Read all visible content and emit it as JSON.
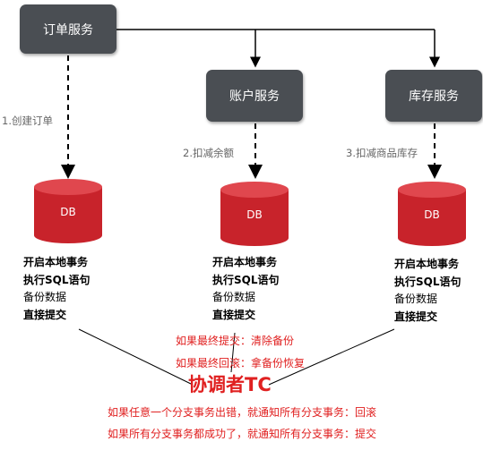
{
  "services": {
    "order": "订单服务",
    "account": "账户服务",
    "storage": "库存服务"
  },
  "steps": {
    "create_order": "1.创建订单",
    "deduct_balance": "2.扣减余额",
    "deduct_stock": "3.扣减商品库存"
  },
  "db_label": "DB",
  "branch_steps": {
    "start_local_tx": "开启本地事务",
    "exec_sql": "执行SQL语句",
    "backup_data": "备份数据",
    "direct_commit": "直接提交"
  },
  "tc": {
    "title": "协调者TC",
    "if_final_commit": "如果最终提交：清除备份",
    "if_final_rollback": "如果最终回滚：拿备份恢复",
    "rule_rollback": "如果任意一个分支事务出错，就通知所有分支事务：回滚",
    "rule_commit": "如果所有分支事务都成功了，就通知所有分支事务：提交"
  },
  "colors": {
    "service_box": "#4a4e53",
    "db": "#c8232b",
    "highlight": "#e02020"
  }
}
